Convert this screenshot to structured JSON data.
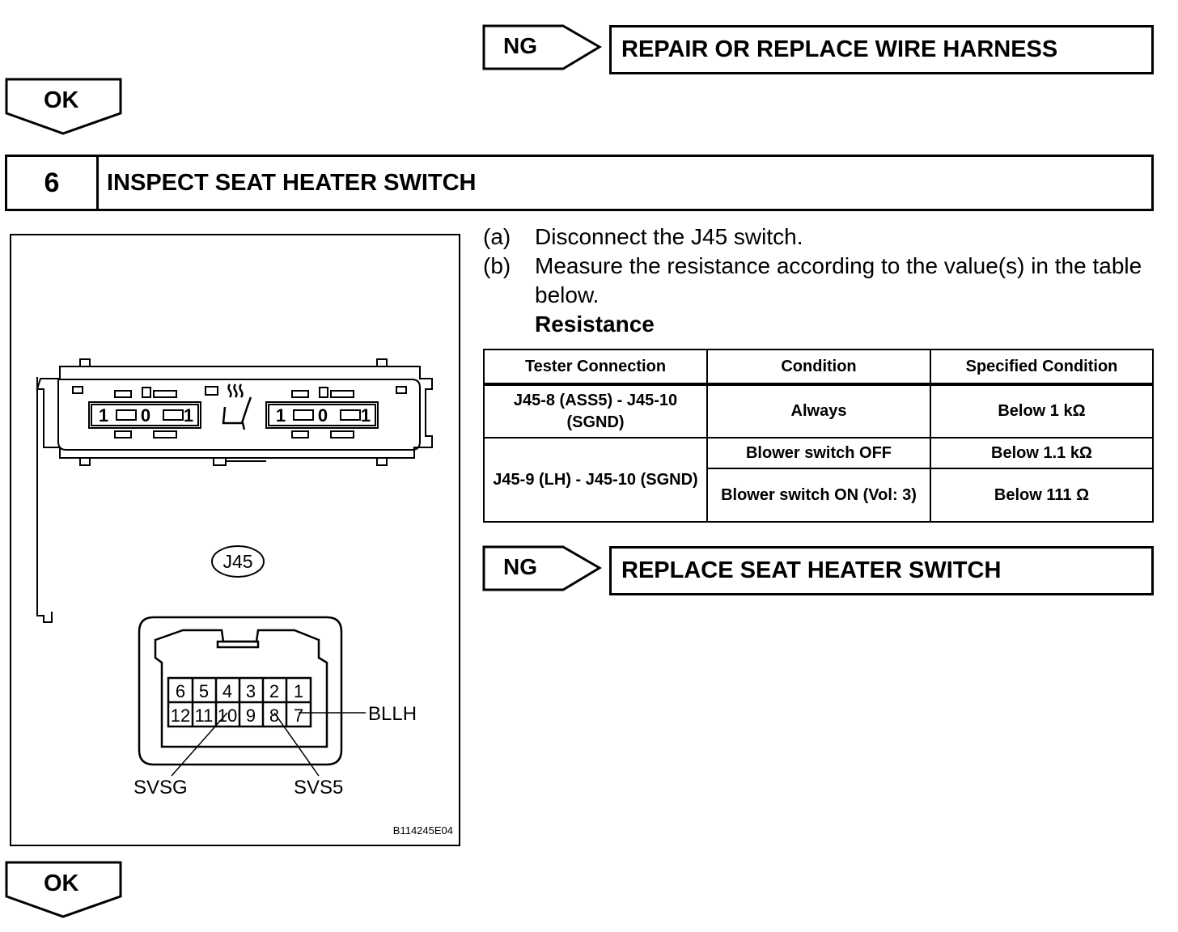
{
  "top_ng": {
    "label": "NG",
    "result": "REPAIR OR REPLACE WIRE HARNESS"
  },
  "top_ok": {
    "label": "OK"
  },
  "step": {
    "number": "6",
    "title": "INSPECT SEAT HEATER SWITCH"
  },
  "instructions": [
    {
      "tag": "(a)",
      "text": "Disconnect the J45 switch."
    },
    {
      "tag": "(b)",
      "text": "Measure the resistance according to the value(s) in the table below."
    }
  ],
  "resistance_heading": "Resistance",
  "table": {
    "headers": [
      "Tester Connection",
      "Condition",
      "Specified Condition"
    ],
    "rows": [
      {
        "connection": "J45-8 (ASS5) - J45-10 (SGND)",
        "condition": "Always",
        "spec": "Below 1 kΩ"
      },
      {
        "connection": "J45-9 (LH) - J45-10 (SGND)",
        "condition": "Blower switch OFF",
        "spec": "Below 1.1 kΩ"
      },
      {
        "condition": "Blower switch ON (Vol: 3)",
        "spec": "Below 111 Ω"
      }
    ]
  },
  "bottom_ng": {
    "label": "NG",
    "result": "REPLACE SEAT HEATER SWITCH"
  },
  "bottom_ok": {
    "label": "OK"
  },
  "figure": {
    "switch_labels": {
      "left_1": "1",
      "left_0": "0",
      "left_1b": "1",
      "right_1": "1",
      "right_0": "0",
      "right_1b": "1"
    },
    "connector_id": "J45",
    "pins_top": [
      "6",
      "5",
      "4",
      "3",
      "2",
      "1"
    ],
    "pins_bottom": [
      "12",
      "11",
      "10",
      "9",
      "8",
      "7"
    ],
    "callouts": {
      "pin7": "BLLH",
      "pin10": "SVSG",
      "pin8": "SVS5"
    },
    "figure_code": "B114245E04",
    "icons": [
      "seat-heater-icon"
    ]
  }
}
